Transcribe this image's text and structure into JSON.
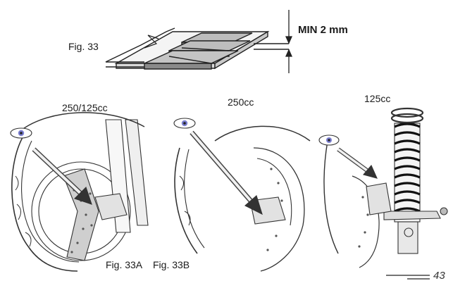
{
  "figure_33": {
    "label": "Fig. 33",
    "measurement": "MIN 2 mm"
  },
  "panels": [
    {
      "caption": "250/125cc"
    },
    {
      "caption": "250cc"
    },
    {
      "caption": "125cc"
    }
  ],
  "bottom_captions": {
    "fig_a": "Fig. 33A",
    "fig_b": "Fig. 33B"
  },
  "page_number": "43"
}
